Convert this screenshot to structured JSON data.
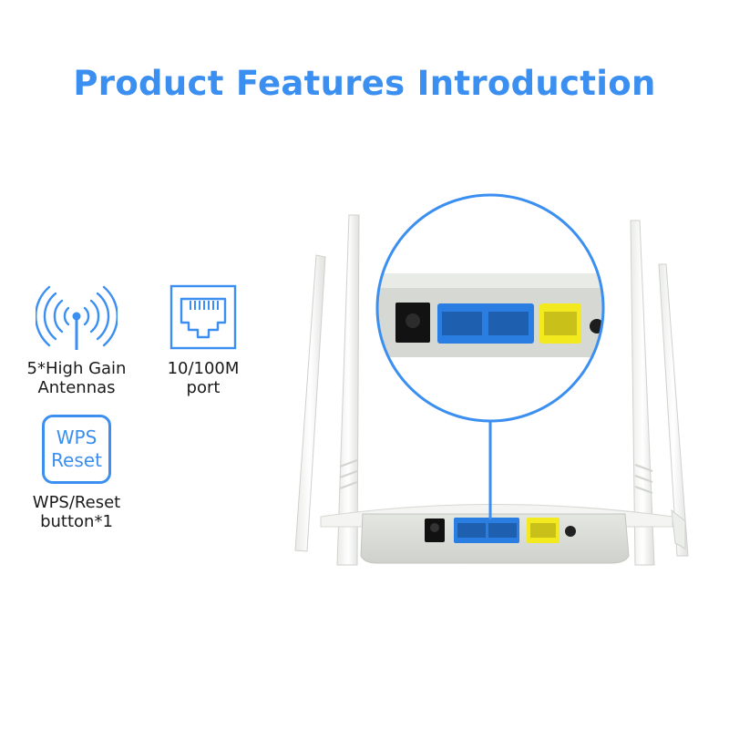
{
  "title": "Product Features Introduction",
  "features": {
    "antennas": {
      "line1": "5*High Gain",
      "line2": "Antennas",
      "icon": "antenna-icon"
    },
    "port": {
      "line1": "10/100M",
      "line2": "port",
      "icon": "ethernet-port-icon"
    },
    "wps": {
      "badge_line1": "WPS",
      "badge_line2": "Reset",
      "line1": "WPS/Reset",
      "line2": "button*1"
    }
  },
  "colors": {
    "accent": "#3b8ff0",
    "lan_port": "#2a7de1",
    "wan_port": "#f2ea1e",
    "router_body": "#d9dbd6"
  }
}
